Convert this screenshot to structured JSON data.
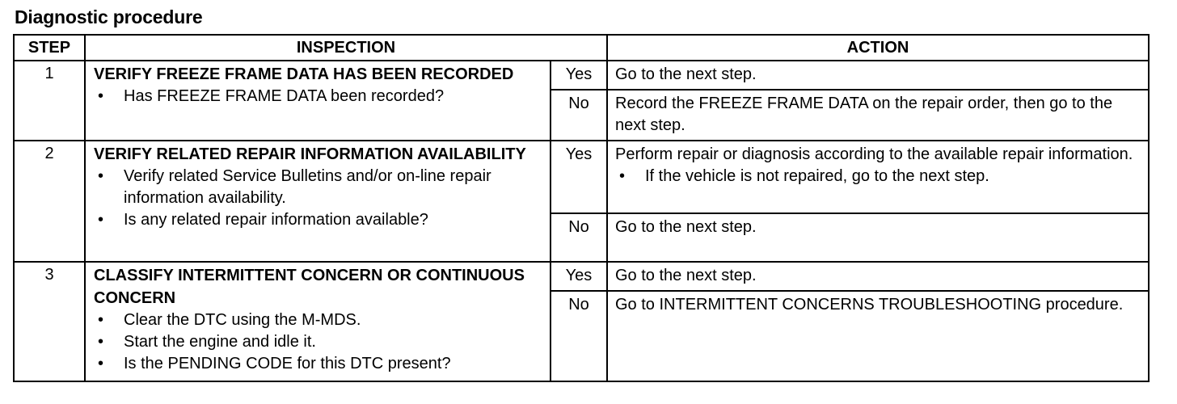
{
  "page": {
    "title": "Diagnostic procedure"
  },
  "table": {
    "headers": {
      "step": "STEP",
      "inspection": "INSPECTION",
      "action": "ACTION"
    },
    "steps": [
      {
        "number": "1",
        "title": "VERIFY FREEZE FRAME DATA HAS BEEN RECORDED",
        "bullets": [
          "Has FREEZE FRAME DATA been recorded?"
        ],
        "yes_label": "Yes",
        "yes_action": "Go to the next step.",
        "yes_action_bullets": [],
        "no_label": "No",
        "no_action": "Record the FREEZE FRAME DATA on the repair order, then go to the next step."
      },
      {
        "number": "2",
        "title": "VERIFY RELATED REPAIR INFORMATION AVAILABILITY",
        "bullets": [
          "Verify related Service Bulletins and/or on-line repair information availability.",
          "Is any related repair information available?"
        ],
        "yes_label": "Yes",
        "yes_action": "Perform repair or diagnosis according to the available repair information.",
        "yes_action_bullets": [
          "If the vehicle is not repaired, go to the next step."
        ],
        "no_label": "No",
        "no_action": "Go to the next step."
      },
      {
        "number": "3",
        "title": "CLASSIFY INTERMITTENT CONCERN OR CONTINUOUS CONCERN",
        "bullets": [
          "Clear the DTC using the M-MDS.",
          "Start the engine and idle it.",
          "Is the PENDING CODE for this DTC present?"
        ],
        "yes_label": "Yes",
        "yes_action": "Go to the next step.",
        "yes_action_bullets": [],
        "no_label": "No",
        "no_action": "Go to INTERMITTENT CONCERNS TROUBLESHOOTING procedure."
      }
    ]
  }
}
